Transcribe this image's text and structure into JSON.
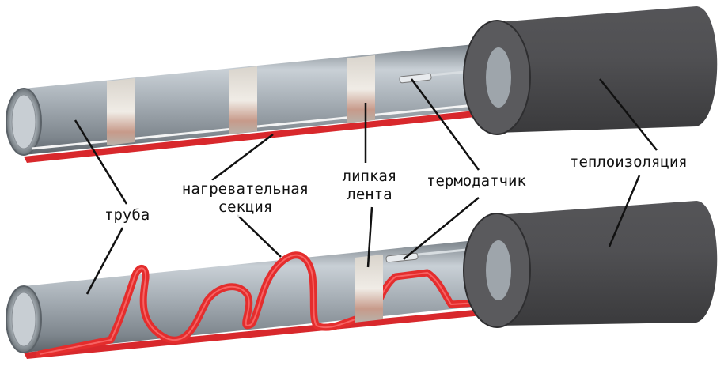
{
  "labels": {
    "pipe": "труба",
    "heating_section_line1": "нагревательная",
    "heating_section_line2": "секция",
    "tape_line1": "липкая",
    "tape_line2": "лента",
    "thermosensor": "термодатчик",
    "insulation": "теплоизоляция"
  },
  "colors": {
    "pipe": "#a9b1b8",
    "insulation": "#4a4a4c",
    "heating_cable": "#e03030",
    "tape": "#e8e4de",
    "leader_line": "#111111"
  },
  "icons": {
    "pipe": "steel-pipe",
    "insulation": "foam-insulation-sleeve",
    "cable": "heating-cable",
    "sensor": "temperature-sensor"
  }
}
